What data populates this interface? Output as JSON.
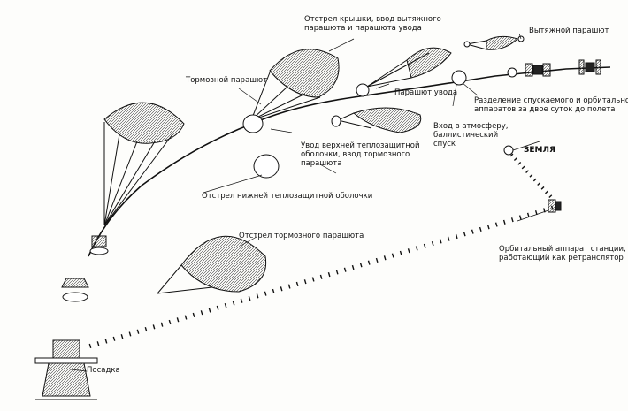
{
  "labels": {
    "hatch": "Отстрел крышки, ввод вытяжного\nпарашюта и парашюта увода",
    "pilot": "Вытяжной парашют",
    "brake": "Тормозной парашют",
    "drogue": "Парашют увода",
    "separation": "Разделение спускаемого и орбитального\nаппаратов за двое суток до полета",
    "entry": "Вход в атмосферу,\nбаллистический\nспуск",
    "upper_shield": "Увод верхней теплозащитной\nоболочки, ввод тормозного\nпарашюта",
    "lower_shield": "Отстрел нижней теплозащитной оболочки",
    "earth": "ЗЕМЛЯ",
    "orbital": "Орбитальный аппарат станции,\nработающий как ретранслятор",
    "brake_release": "Отстрел тормозного парашюта",
    "landing": "Посадка"
  }
}
